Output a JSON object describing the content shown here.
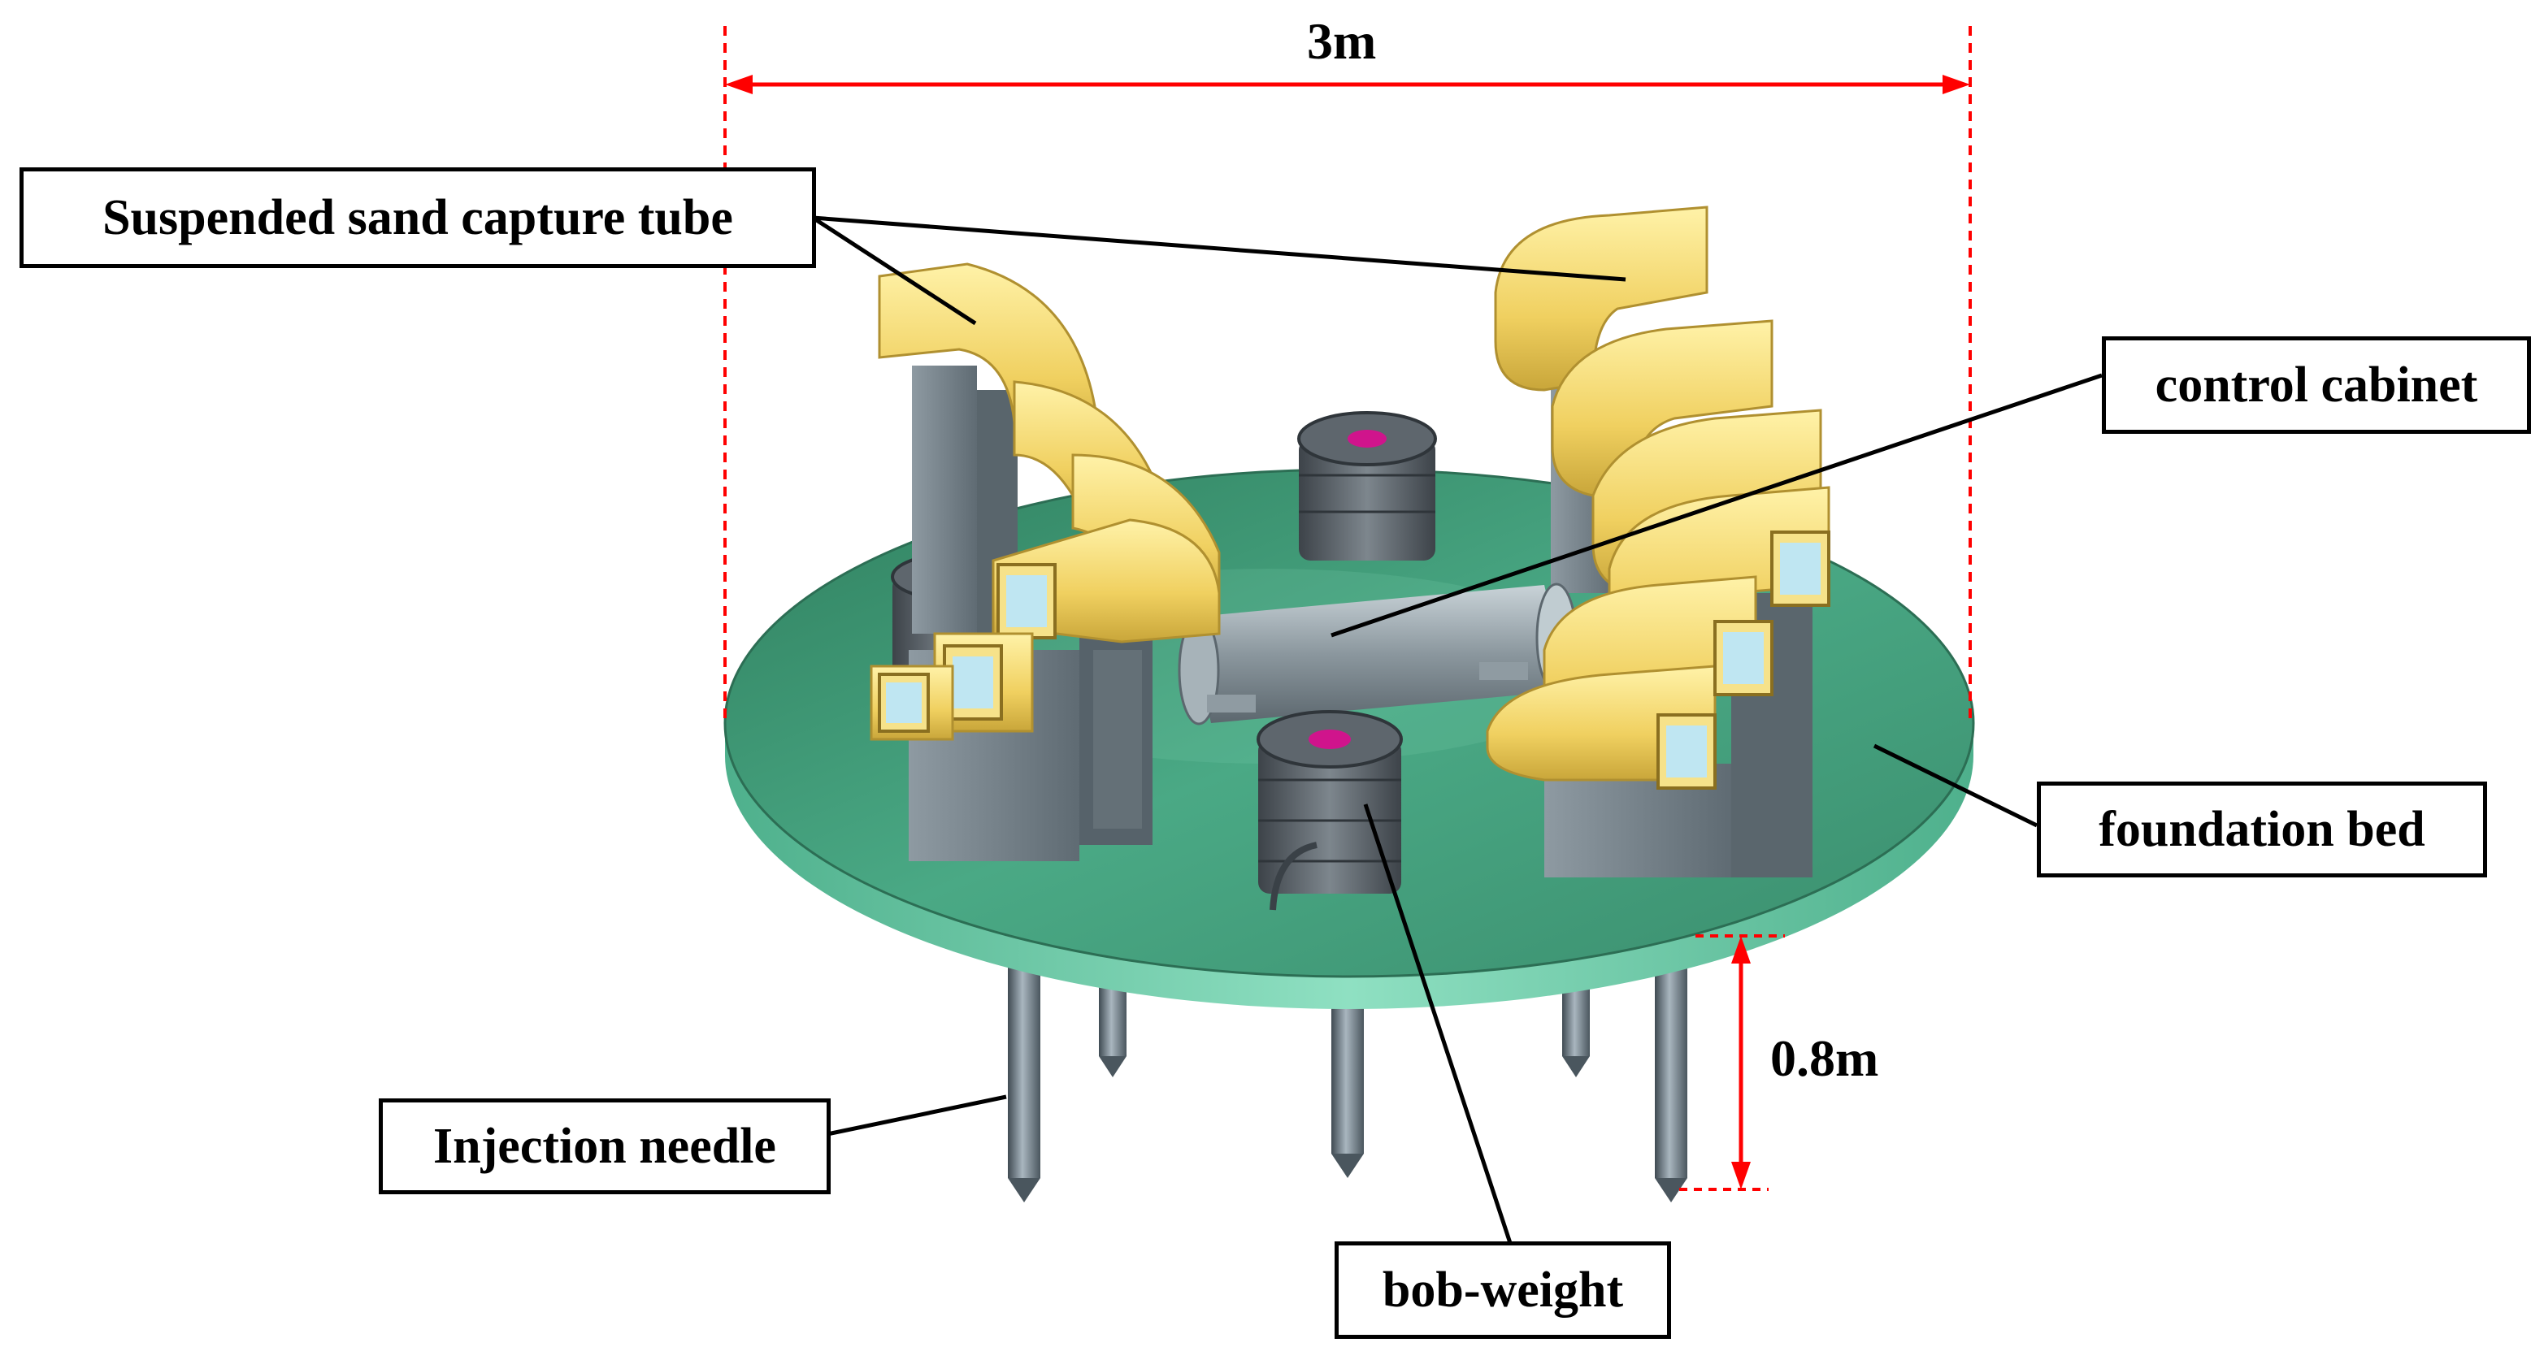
{
  "dimensions": {
    "width_label": "3m",
    "height_label": "0.8m"
  },
  "labels": {
    "sand_tube": "Suspended sand capture tube",
    "control_cabinet": "control cabinet",
    "foundation_bed": "foundation bed",
    "injection_needle": "Injection needle",
    "bob_weight": "bob-weight"
  },
  "colors": {
    "dimension_line": "#ff0000",
    "plate_top": "#3f9c78",
    "plate_edge": "#5fc3a0",
    "tube_yellow": "#f2d36b",
    "block_gray": "#7d8a92",
    "needle_gray": "#6f7c85",
    "leader_line": "#000000",
    "weight_pink": "#d0148c"
  }
}
